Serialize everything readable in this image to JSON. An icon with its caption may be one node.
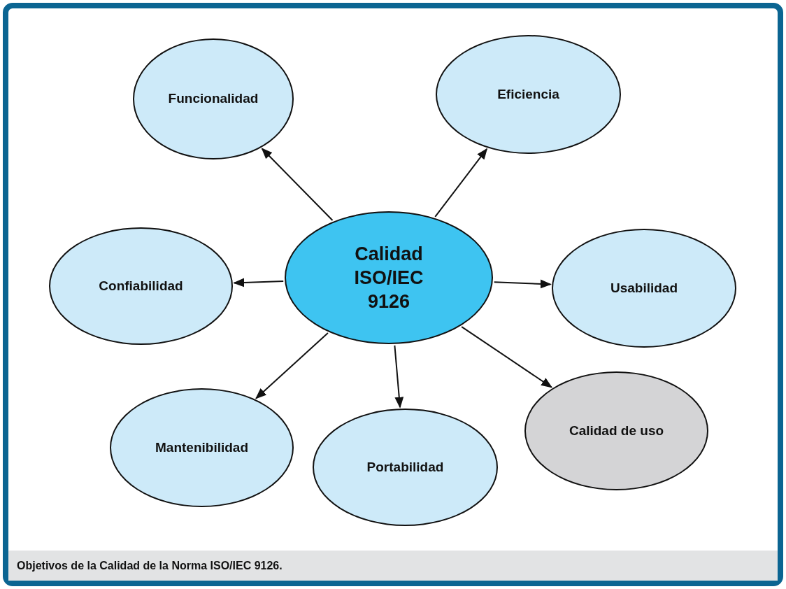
{
  "diagram": {
    "caption": "Objetivos de la Calidad de la Norma ISO/IEC 9126.",
    "nodes": [
      {
        "text": [
          "Funcionalidad"
        ]
      },
      {
        "text": [
          "Eficiencia"
        ]
      },
      {
        "text": [
          "Confiabilidad"
        ]
      },
      {
        "text": [
          "Calidad ISO/IEC 9126"
        ]
      },
      {
        "text": [
          "Usabilidad"
        ]
      },
      {
        "text": [
          "Mantenibilidad"
        ]
      },
      {
        "text": [
          "Portabilidad"
        ]
      },
      {
        "text": [
          "Calidad de uso"
        ]
      }
    ],
    "edges": [
      {
        "from": 3,
        "to": 0,
        "arrow": "to"
      },
      {
        "from": 3,
        "to": 1,
        "arrow": "to"
      },
      {
        "from": 3,
        "to": 2,
        "arrow": "to"
      },
      {
        "from": 3,
        "to": 4,
        "arrow": "to"
      },
      {
        "from": 3,
        "to": 5,
        "arrow": "to"
      },
      {
        "from": 3,
        "to": 6,
        "arrow": "to"
      },
      {
        "from": 3,
        "to": 7,
        "arrow": "to"
      }
    ]
  }
}
